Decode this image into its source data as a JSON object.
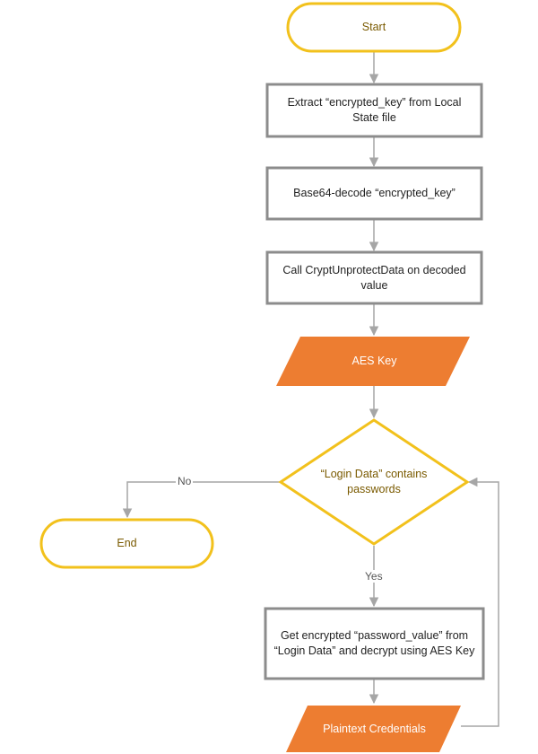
{
  "diagram": {
    "start": "Start",
    "step1": "Extract “encrypted_key” from Local State file",
    "step2": "Base64-decode “encrypted_key”",
    "step3": "Call CryptUnprotectData on decoded value",
    "aes_key": "AES Key",
    "decision": "“Login Data” contains passwords",
    "end": "End",
    "step4": "Get encrypted “password_value” from “Login Data” and decrypt  using AES Key",
    "output": "Plaintext Credentials",
    "edge_no": "No",
    "edge_yes": "Yes"
  },
  "colors": {
    "terminal_stroke": "#f2c11c",
    "process_stroke": "#8c8c8c",
    "io_fill": "#ed7d31",
    "connector": "#a6a6a6",
    "terminal_text": "#7a5a00"
  }
}
